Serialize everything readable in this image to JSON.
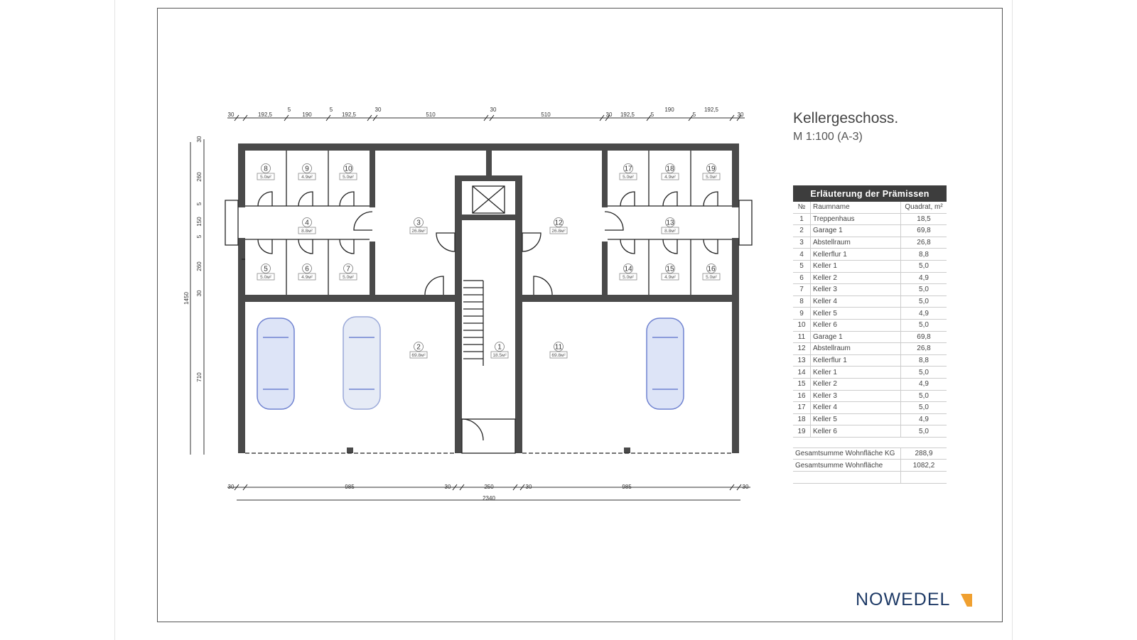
{
  "title": "Kellergeschoss.",
  "scale": "M 1:100 (A-3)",
  "legend": {
    "heading": "Erläuterung der Prämissen",
    "columns": [
      "№",
      "Raumname",
      "Quadrat, m²"
    ],
    "rows": [
      [
        "1",
        "Treppenhaus",
        "18,5"
      ],
      [
        "2",
        "Garage 1",
        "69,8"
      ],
      [
        "3",
        "Abstellraum",
        "26,8"
      ],
      [
        "4",
        "Kellerflur 1",
        "8,8"
      ],
      [
        "5",
        "Keller 1",
        "5,0"
      ],
      [
        "6",
        "Keller 2",
        "4,9"
      ],
      [
        "7",
        "Keller 3",
        "5,0"
      ],
      [
        "8",
        "Keller 4",
        "5,0"
      ],
      [
        "9",
        "Keller 5",
        "4,9"
      ],
      [
        "10",
        "Keller 6",
        "5,0"
      ],
      [
        "11",
        "Garage 1",
        "69,8"
      ],
      [
        "12",
        "Abstellraum",
        "26,8"
      ],
      [
        "13",
        "Kellerflur 1",
        "8,8"
      ],
      [
        "14",
        "Keller 1",
        "5,0"
      ],
      [
        "15",
        "Keller 2",
        "4,9"
      ],
      [
        "16",
        "Keller 3",
        "5,0"
      ],
      [
        "17",
        "Keller 4",
        "5,0"
      ],
      [
        "18",
        "Keller 5",
        "4,9"
      ],
      [
        "19",
        "Keller 6",
        "5,0"
      ]
    ],
    "totals": [
      [
        "Gesamtsumme Wohnfläche KG",
        "288,9"
      ],
      [
        "Gesamtsumme Wohnfläche",
        "1082,2"
      ]
    ]
  },
  "rooms": [
    {
      "no": "1",
      "area": "18.5м²"
    },
    {
      "no": "2",
      "area": "69.8м²"
    },
    {
      "no": "3",
      "area": "26.8м²"
    },
    {
      "no": "4",
      "area": "8.8м²"
    },
    {
      "no": "5",
      "area": "5.0м²"
    },
    {
      "no": "6",
      "area": "4.9м²"
    },
    {
      "no": "7",
      "area": "5.0м²"
    },
    {
      "no": "8",
      "area": "5.0м²"
    },
    {
      "no": "9",
      "area": "4.9м²"
    },
    {
      "no": "10",
      "area": "5.0м²"
    },
    {
      "no": "11",
      "area": "69.8м²"
    },
    {
      "no": "12",
      "area": "26.8м²"
    },
    {
      "no": "13",
      "area": "8.8м²"
    },
    {
      "no": "14",
      "area": "5.0м²"
    },
    {
      "no": "15",
      "area": "4.9м²"
    },
    {
      "no": "16",
      "area": "5.0м²"
    },
    {
      "no": "17",
      "area": "5.0м²"
    },
    {
      "no": "18",
      "area": "4.9м²"
    },
    {
      "no": "19",
      "area": "5.0м²"
    }
  ],
  "dims": {
    "top": [
      "30",
      "192,5",
      "5",
      "190",
      "5",
      "192,5",
      "30",
      "510",
      "30",
      "510",
      "30",
      "192,5",
      "5",
      "190",
      "5",
      "192,5",
      "30"
    ],
    "left": [
      "30",
      "260",
      "5",
      "150",
      "5",
      "260",
      "30",
      "710"
    ],
    "left_total": "1450",
    "bottom": [
      "30",
      "985",
      "30",
      "250",
      "30",
      "985",
      "30"
    ],
    "bottom_total": "2340"
  },
  "logo": "NOWEDEL"
}
